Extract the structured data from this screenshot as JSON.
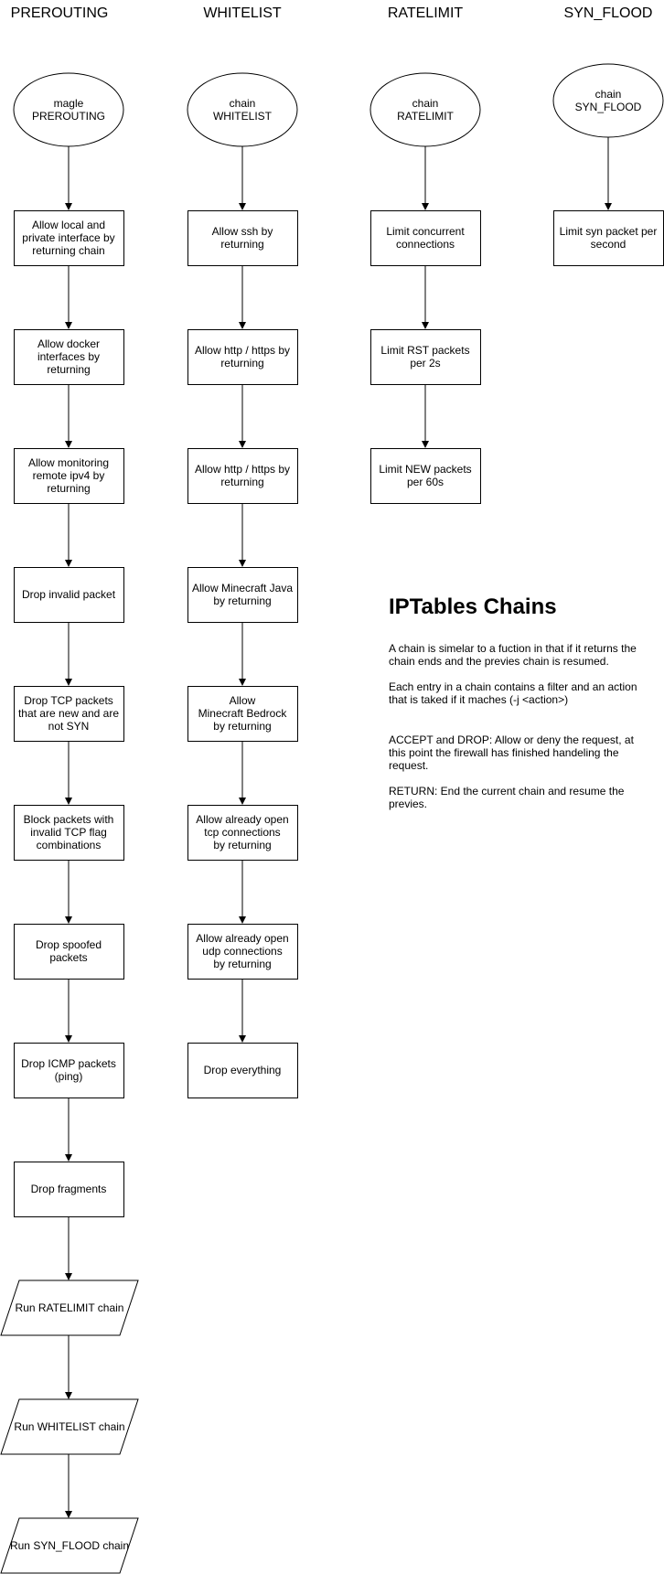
{
  "columns": {
    "prerouting": "PREROUTING",
    "whitelist": "WHITELIST",
    "ratelimit": "RATELIMIT",
    "syn_flood": "SYN_FLOOD"
  },
  "prerouting": {
    "start": "magle\nPREROUTING",
    "steps": [
      "Allow local and private interface by returning chain",
      "Allow docker interfaces by returning",
      "Allow monitoring remote ipv4 by returning",
      "Drop invalid packet",
      "Drop TCP packets that are new and are not SYN",
      "Block packets with invalid TCP flag combinations",
      "Drop spoofed packets",
      "Drop ICMP packets (ping)",
      "Drop fragments"
    ],
    "runs": [
      "Run RATELIMIT chain",
      "Run WHITELIST chain",
      "Run SYN_FLOOD chain"
    ]
  },
  "whitelist": {
    "start": "chain\nWHITELIST",
    "steps": [
      "Allow ssh by returning",
      "Allow http / https by returning",
      "Allow http / https by returning",
      "Allow Minecraft Java by returning",
      "Allow\nMinecraft Bedrock\nby returning",
      "Allow already open tcp connections\nby returning",
      "Allow already open udp connections\nby returning",
      "Drop everything"
    ]
  },
  "ratelimit": {
    "start": "chain\nRATELIMIT",
    "steps": [
      "Limit concurrent connections",
      "Limit RST packets per 2s",
      "Limit NEW packets per 60s"
    ]
  },
  "syn_flood": {
    "start": "chain\nSYN_FLOOD",
    "steps": [
      "Limit syn packet per second"
    ]
  },
  "info": {
    "title": "IPTables Chains",
    "p1": "A chain is simelar to a fuction in that if it returns the chain ends and the previes chain is resumed.",
    "p2": "Each entry in a chain contains a filter and an action that is taked if it maches (-j <action>)",
    "p3": "ACCEPT and DROP: Allow or deny the request, at this point the firewall has finished handeling the request.",
    "p4": "RETURN: End the current chain and resume the previes."
  }
}
